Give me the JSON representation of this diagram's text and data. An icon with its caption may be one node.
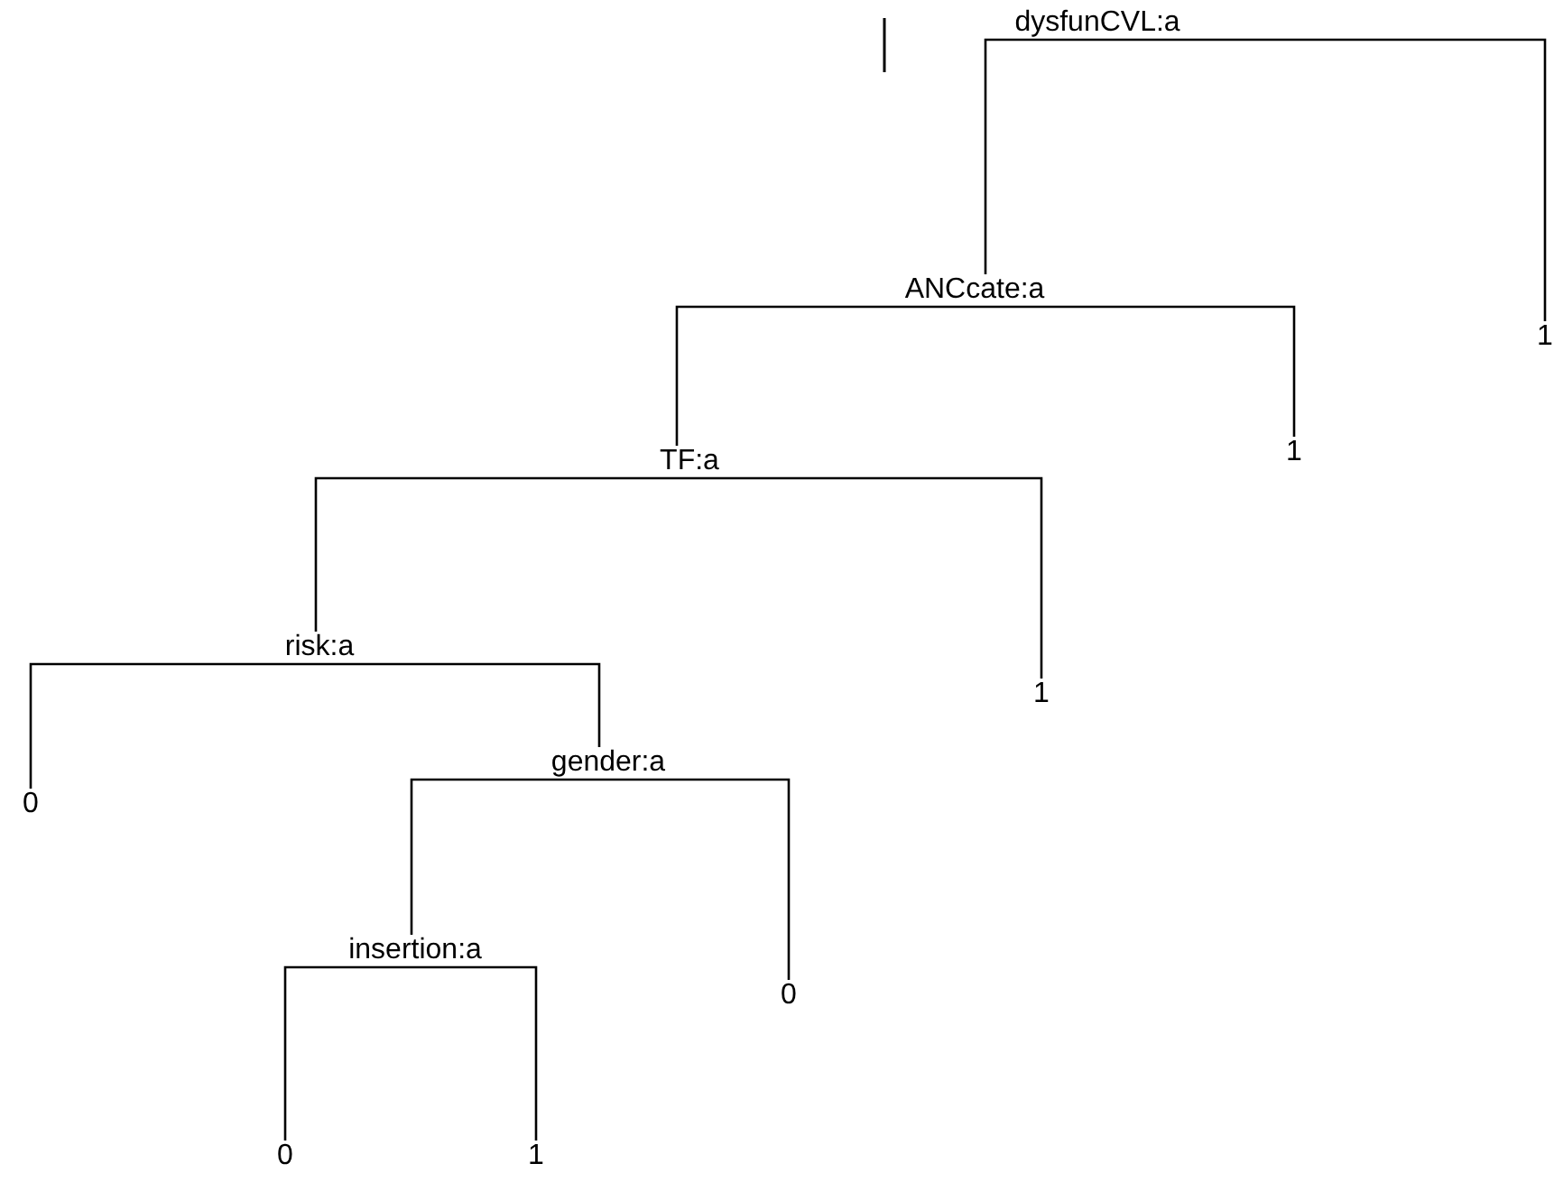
{
  "diagram": {
    "nodes": [
      {
        "text": [
          "dysfunCVL:a"
        ]
      },
      {
        "text": [
          "ANCcate:a"
        ]
      },
      {
        "text": [
          "1"
        ]
      },
      {
        "text": [
          "TF:a"
        ]
      },
      {
        "text": [
          "1"
        ]
      },
      {
        "text": [
          "risk:a"
        ]
      },
      {
        "text": [
          "1"
        ]
      },
      {
        "text": [
          "0"
        ]
      },
      {
        "text": [
          "gender:a"
        ]
      },
      {
        "text": [
          "insertion:a"
        ]
      },
      {
        "text": [
          "0"
        ]
      },
      {
        "text": [
          "0"
        ]
      },
      {
        "text": [
          "1"
        ]
      }
    ],
    "edges": [
      {
        "from": 0,
        "to": 1,
        "arrow": "none"
      },
      {
        "from": 0,
        "to": 2,
        "arrow": "none"
      },
      {
        "from": 1,
        "to": 3,
        "arrow": "none"
      },
      {
        "from": 1,
        "to": 4,
        "arrow": "none"
      },
      {
        "from": 3,
        "to": 5,
        "arrow": "none"
      },
      {
        "from": 3,
        "to": 6,
        "arrow": "none"
      },
      {
        "from": 5,
        "to": 7,
        "arrow": "none"
      },
      {
        "from": 5,
        "to": 8,
        "arrow": "none"
      },
      {
        "from": 8,
        "to": 9,
        "arrow": "none"
      },
      {
        "from": 8,
        "to": 10,
        "arrow": "none"
      },
      {
        "from": 9,
        "to": 11,
        "arrow": "none"
      },
      {
        "from": 9,
        "to": 12,
        "arrow": "none"
      }
    ]
  }
}
